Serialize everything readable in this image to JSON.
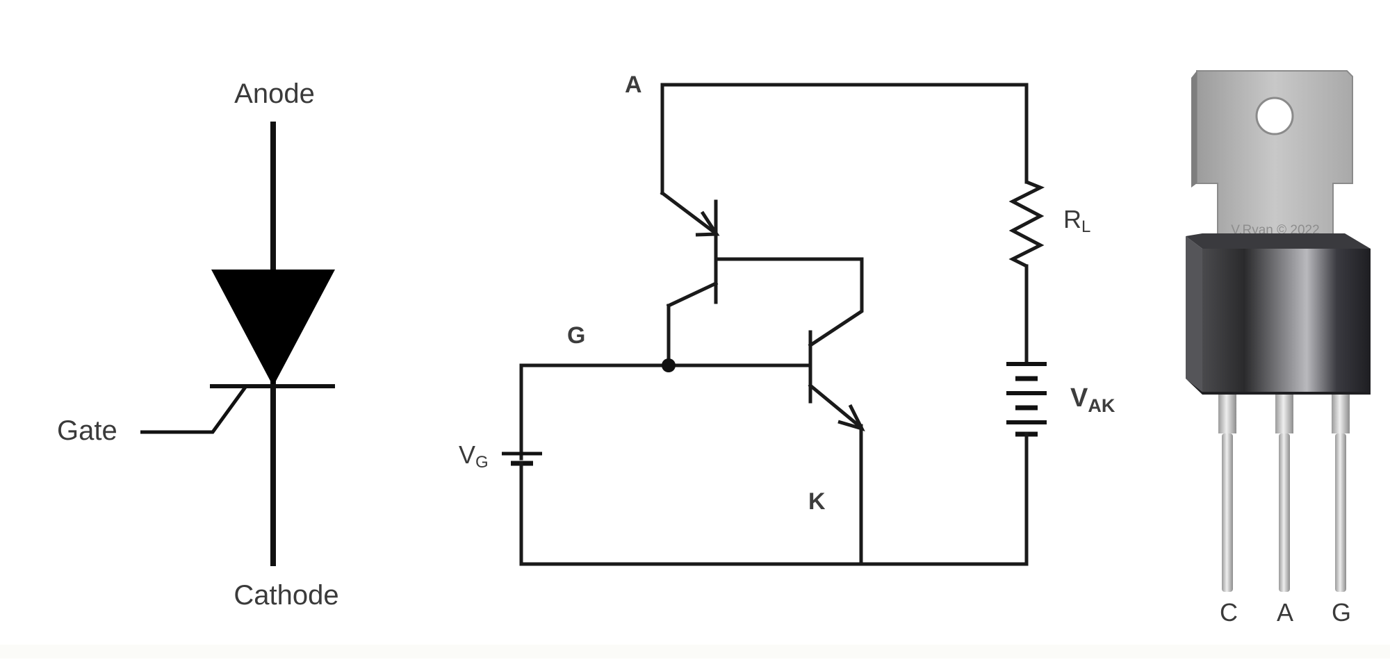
{
  "symbol": {
    "anode_label": "Anode",
    "gate_label": "Gate",
    "cathode_label": "Cathode"
  },
  "circuit": {
    "node_a": "A",
    "node_g": "G",
    "node_k": "K",
    "rl_main": "R",
    "rl_sub": "L",
    "vak_main": "V",
    "vak_sub": "AK",
    "vg_main": "V",
    "vg_sub": "G"
  },
  "package": {
    "watermark": "V.Ryan © 2022",
    "pins": [
      "C",
      "A",
      "G"
    ]
  },
  "colors": {
    "line": "#1a1a1a",
    "text": "#3a3a3a",
    "tab_metal": "#bcbcbc",
    "body_dark": "#2b2b2f"
  }
}
